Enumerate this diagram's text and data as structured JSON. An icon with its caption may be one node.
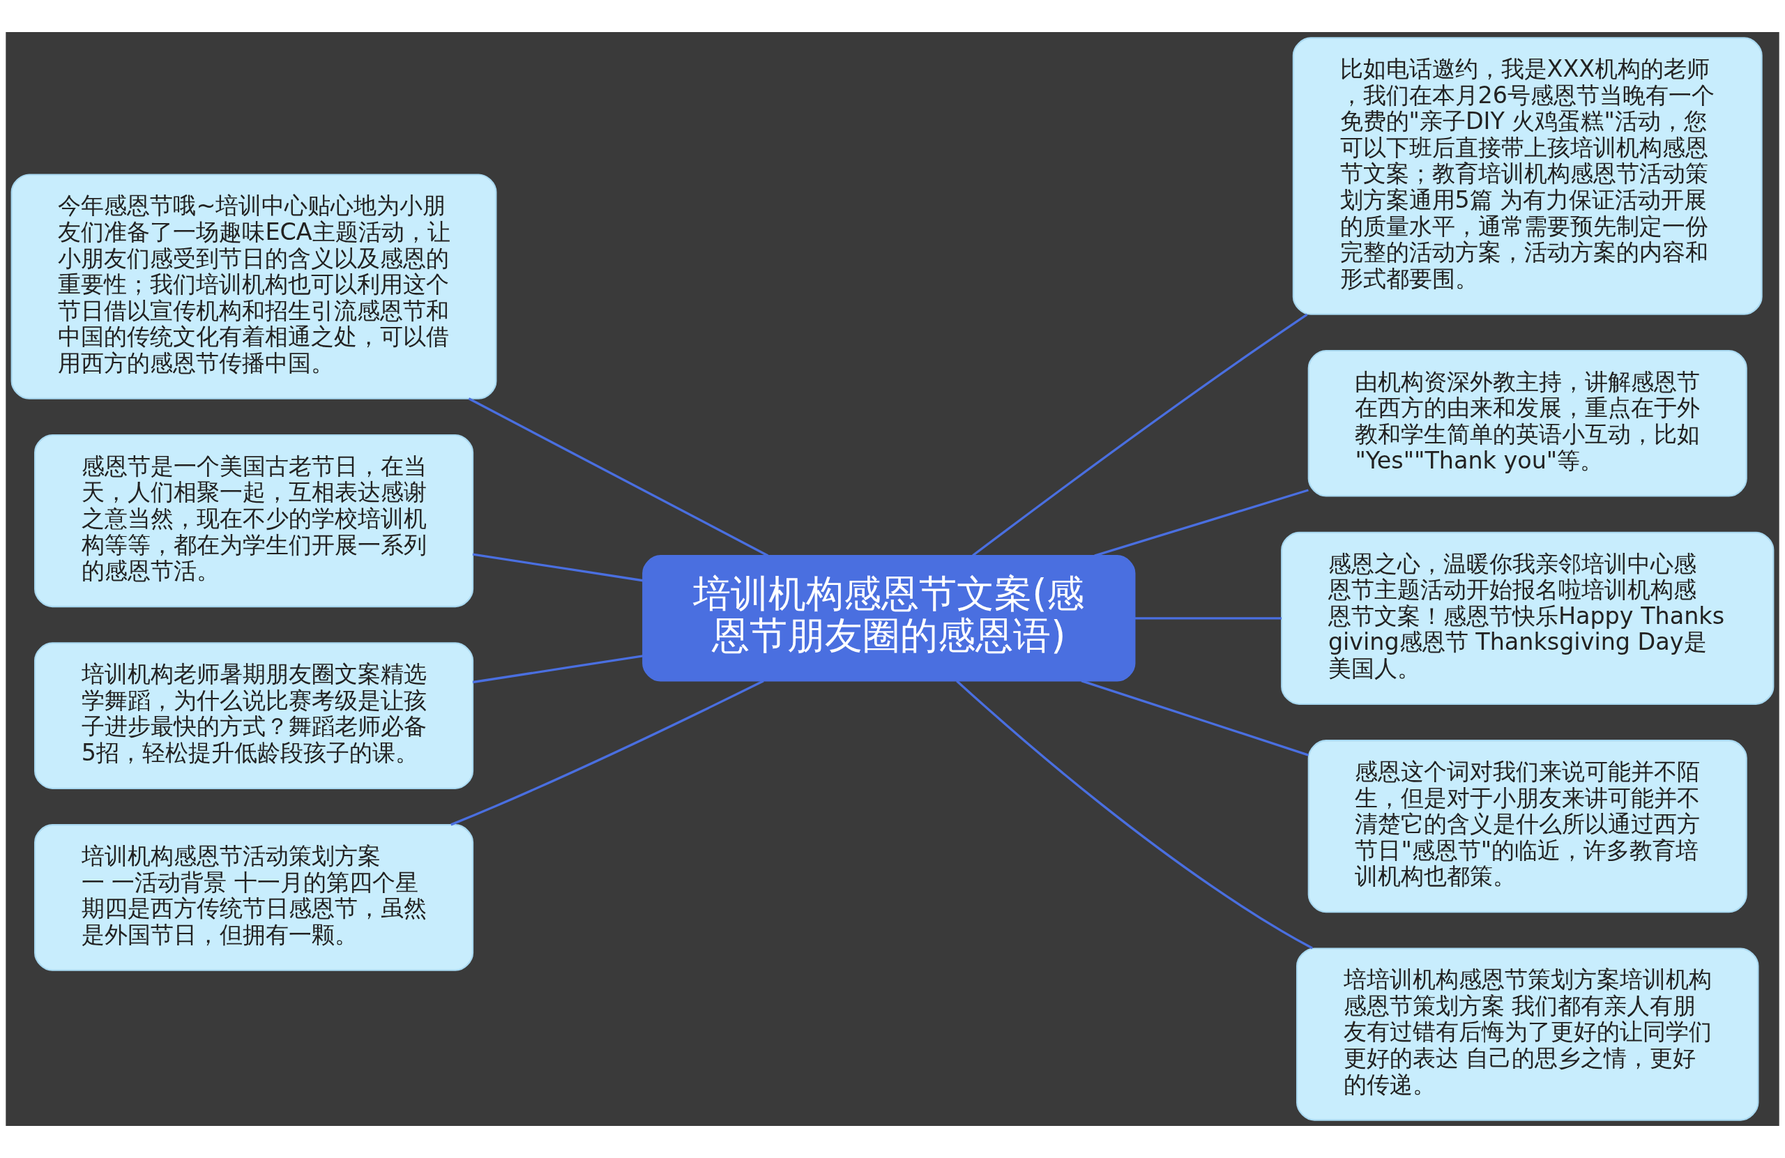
{
  "diagram": {
    "nodes": [
      {
        "text": [
          "培训机构感恩节文案(感恩节朋友圈的感恩语)"
        ]
      },
      {
        "text": [
          "今年感恩节哦~培训中心贴心地为小朋友们准备了一场趣味ECA主题活动，让小朋友们感受到节日的含义以及感恩的重要性；我们培训机构也可以利用这个节日借以宣传机构和招生引流感恩节和中国的传统文化有着相通之处，可以借用西方的感恩节传播中国。"
        ]
      },
      {
        "text": [
          "感恩节是一个美国古老节日，在当天，人们相聚一起，互相表达感谢之意当然，现在不少的学校培训机构等等，都在为学生们开展一系列的感恩节活。"
        ]
      },
      {
        "text": [
          "培训机构老师暑期朋友圈文案精选学舞蹈，为什么说比赛考级是让孩子进步最快的方式？舞蹈老师必备5招，轻松提升低龄段孩子的课。"
        ]
      },
      {
        "text": [
          "培训机构感恩节活动策划方案一 一活动背景 十一月的第四个星期四是西方传统节日感恩节，虽然是外国节日，但拥有一颗。"
        ]
      },
      {
        "text": [
          "比如电话邀约，我是XXX机构的老师，我们在本月26号感恩节当晚有一个免费的\"亲子DIY 火鸡蛋糕\"活动，您可以下班后直接带上孩培训机构感恩节文案；教育培训机构感恩节活动策划方案通用5篇 为有力保证活动开展的质量水平，通常需要预先制定一份完整的活动方案，活动方案的内容和形式都要围。"
        ]
      },
      {
        "text": [
          "由机构资深外教主持，讲解感恩节在西方的由来和发展，重点在于外教和学生简单的英语小互动，比如\"Yes\"\"Thank you\"等。"
        ]
      },
      {
        "text": [
          "感恩之心，温暖你我亲邻培训中心感恩节主题活动开始报名啦培训机构感恩节文案！感恩节快乐Happy Thanksgiving感恩节 Thanksgiving Day是美国人。"
        ]
      },
      {
        "text": [
          "感恩这个词对我们来说可能并不陌生，但是对于小朋友来讲可能并不清楚它的含义是什么所以通过西方节日\"感恩节\"的临近，许多教育培训机构也都策。"
        ]
      },
      {
        "text": [
          "培培训机构感恩节策划方案培训机构感恩节策划方案 我们都有亲人有朋友有过错有后悔为了更好的让同学们更好的表达 自己的思乡之情，更好的传递。"
        ]
      }
    ],
    "edges": [
      {
        "from": 0,
        "to": 1,
        "arrow": "none"
      },
      {
        "from": 0,
        "to": 2,
        "arrow": "none"
      },
      {
        "from": 0,
        "to": 3,
        "arrow": "none"
      },
      {
        "from": 0,
        "to": 4,
        "arrow": "none"
      },
      {
        "from": 0,
        "to": 5,
        "arrow": "none"
      },
      {
        "from": 0,
        "to": 6,
        "arrow": "none"
      },
      {
        "from": 0,
        "to": 7,
        "arrow": "none"
      },
      {
        "from": 0,
        "to": 8,
        "arrow": "none"
      },
      {
        "from": 0,
        "to": 9,
        "arrow": "none"
      }
    ]
  }
}
